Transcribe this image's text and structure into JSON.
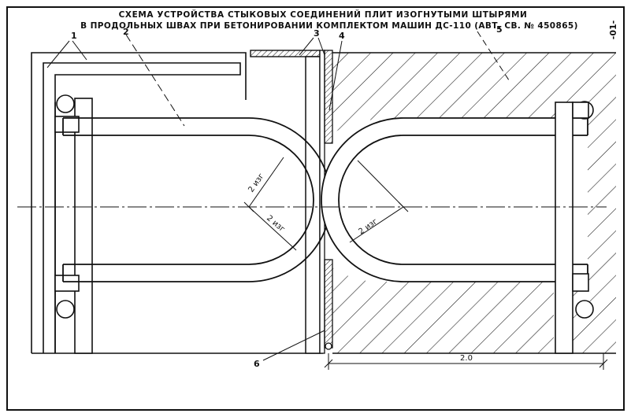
{
  "title": {
    "line1": "СХЕМА УСТРОЙСТВА СТЫКОВЫХ СОЕДИНЕНИЙ ПЛИТ ИЗОГНУТЫМИ ШТЫРЯМИ",
    "line2": "В ПРОДОЛЬНЫХ ШВАХ ПРИ БЕТОНИРОВАНИИ КОМПЛЕКТОМ МАШИН ДС-110 (АВТ. СВ. № 450865)"
  },
  "page_number": "-01-",
  "callouts": [
    "1",
    "2",
    "3",
    "4",
    "5",
    "6"
  ],
  "radius_label": "2 изг",
  "dimension": "2.0",
  "colors": {
    "ink": "#111111",
    "paper": "#ffffff"
  }
}
